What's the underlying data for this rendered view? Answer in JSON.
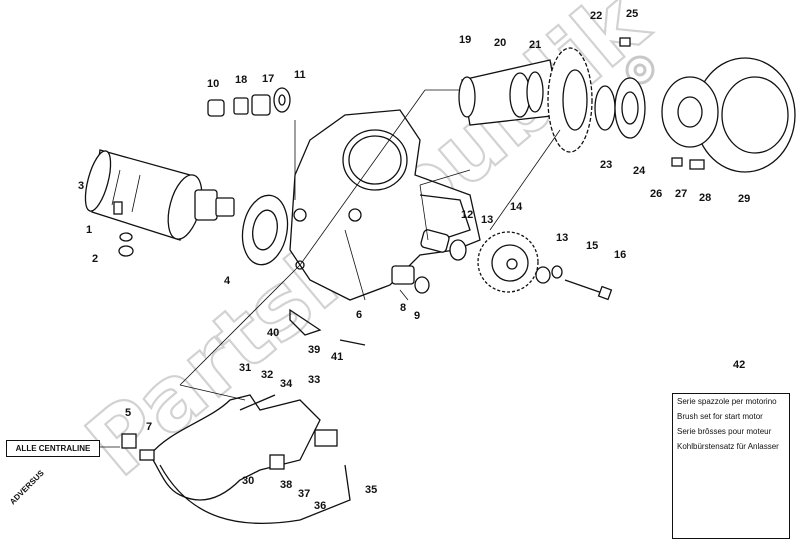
{
  "diagram": {
    "watermark": "PartsRepublik",
    "external_label": "ALLE CENTRALINE",
    "direction_label": "ADVERSUS",
    "kit": {
      "callout": "42",
      "lines": [
        "Serie spazzole per motorino",
        "Brush set for start motor",
        "Serie brôsses pour moteur",
        "Kohlbürstensatz für Anlasser"
      ]
    },
    "callouts": [
      "1",
      "2",
      "3",
      "4",
      "5",
      "6",
      "7",
      "8",
      "9",
      "10",
      "11",
      "12",
      "13",
      "13",
      "14",
      "15",
      "16",
      "17",
      "18",
      "19",
      "20",
      "21",
      "22",
      "23",
      "24",
      "25",
      "26",
      "27",
      "28",
      "29",
      "30",
      "31",
      "32",
      "33",
      "34",
      "35",
      "36",
      "37",
      "38",
      "39",
      "40",
      "41"
    ]
  }
}
